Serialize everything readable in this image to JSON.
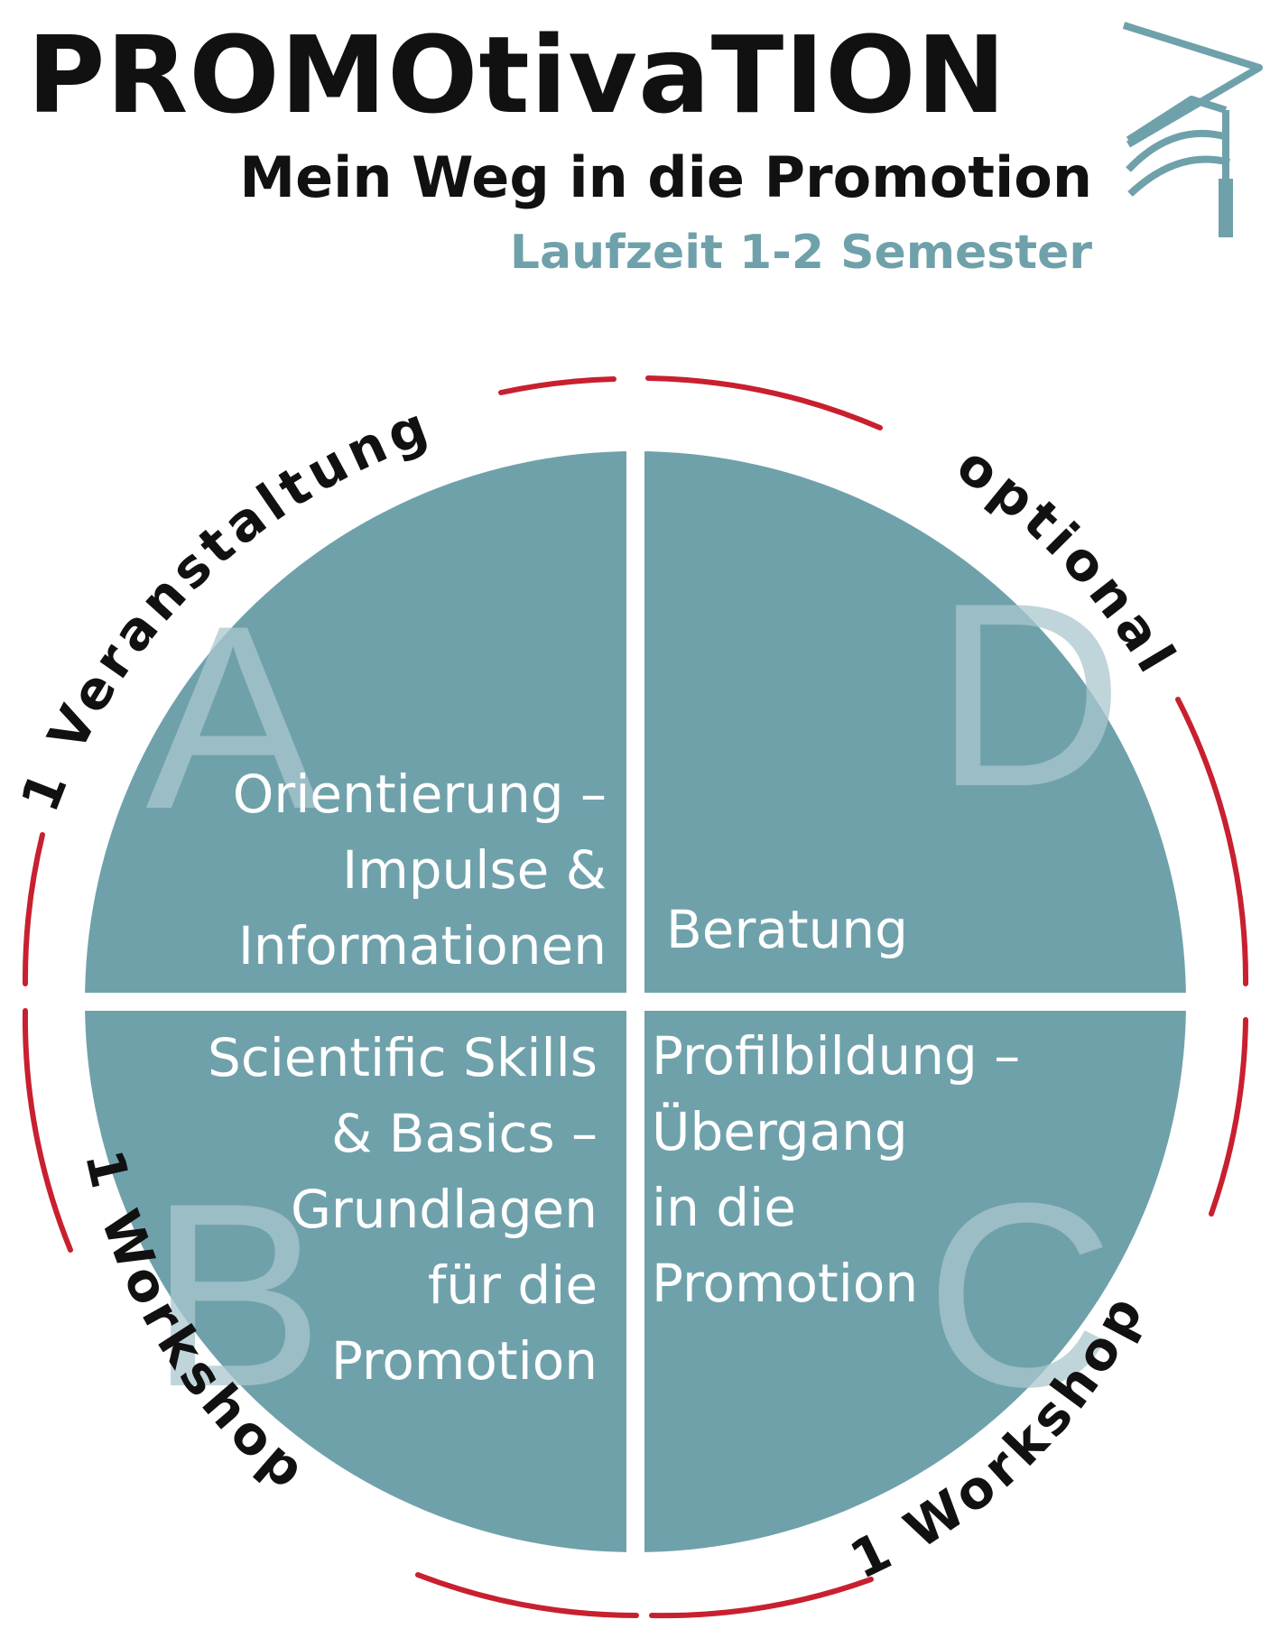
{
  "header": {
    "title": "PROMOtivaTION",
    "subtitle": "Mein Weg in die Promotion",
    "duration": "Laufzeit 1-2 Semester",
    "logo_icon": "graduation-cap-icon"
  },
  "colors": {
    "quadrant": "#6fa1ab",
    "ring": "#c8202f",
    "letters": "#a9c7cd",
    "text_dark": "#111111"
  },
  "quadrants": {
    "a": {
      "letter": "A",
      "lines": [
        "Orientierung –",
        "Impulse &",
        "Informationen"
      ]
    },
    "b": {
      "letter": "B",
      "lines": [
        "Scientific Skills",
        "& Basics –",
        "Grundlagen",
        "für die",
        "Promotion"
      ]
    },
    "c": {
      "letter": "C",
      "lines": [
        "Profilbildung –",
        "Übergang",
        "in die",
        "Promotion"
      ]
    },
    "d": {
      "letter": "D",
      "lines": [
        "Beratung"
      ]
    }
  },
  "ring_labels": {
    "a": "1 Veranstaltung",
    "b": "1 Workshop",
    "c": "1 Workshop",
    "d": "optional"
  }
}
